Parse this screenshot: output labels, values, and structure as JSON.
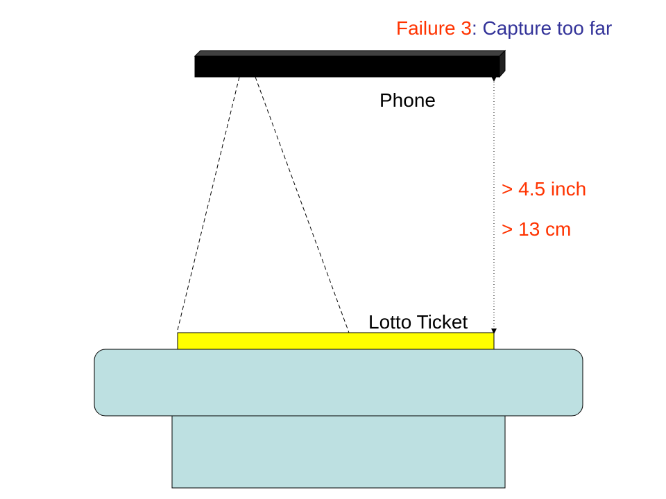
{
  "title": {
    "prefix": "Failure 3",
    "separator": ":",
    "text": " Capture too far"
  },
  "labels": {
    "phone": "Phone",
    "ticket": "Lotto Ticket",
    "distance_inch": "> 4.5 inch",
    "distance_cm": "> 13 cm"
  },
  "colors": {
    "accent_red": "#ff3300",
    "accent_blue": "#333399",
    "phone_body": "#000000",
    "ticket_fill": "#ffff00",
    "table_fill": "#bde0e1"
  }
}
